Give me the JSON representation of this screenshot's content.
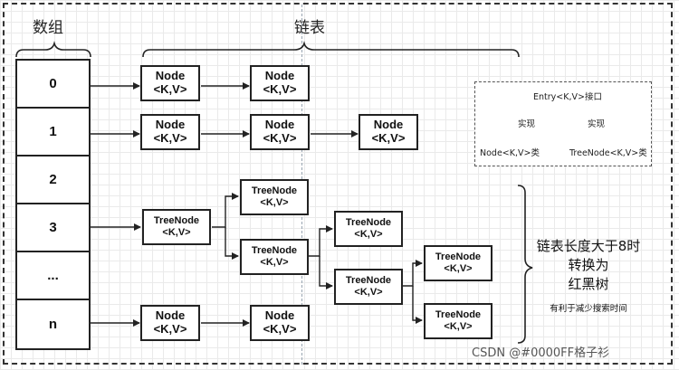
{
  "labels": {
    "array_title": "数组",
    "list_title": "链表"
  },
  "array_cells": [
    "0",
    "1",
    "2",
    "3",
    "...",
    "n"
  ],
  "node": {
    "name": "Node",
    "generic": "<K,V>",
    "tree_name": "TreeNode"
  },
  "legend": {
    "interface": "Entry<K,V>接口",
    "implements_left": "实现",
    "implements_right": "实现",
    "node_class": "Node<K,V>类",
    "treenode_class": "TreeNode<K,V>类"
  },
  "note": {
    "line1": "链表长度大于8时",
    "line2": "转换为",
    "line3": "红黑树",
    "sub": "有利于减少搜索时间"
  },
  "watermark": "CSDN @#0000FF格子衫"
}
